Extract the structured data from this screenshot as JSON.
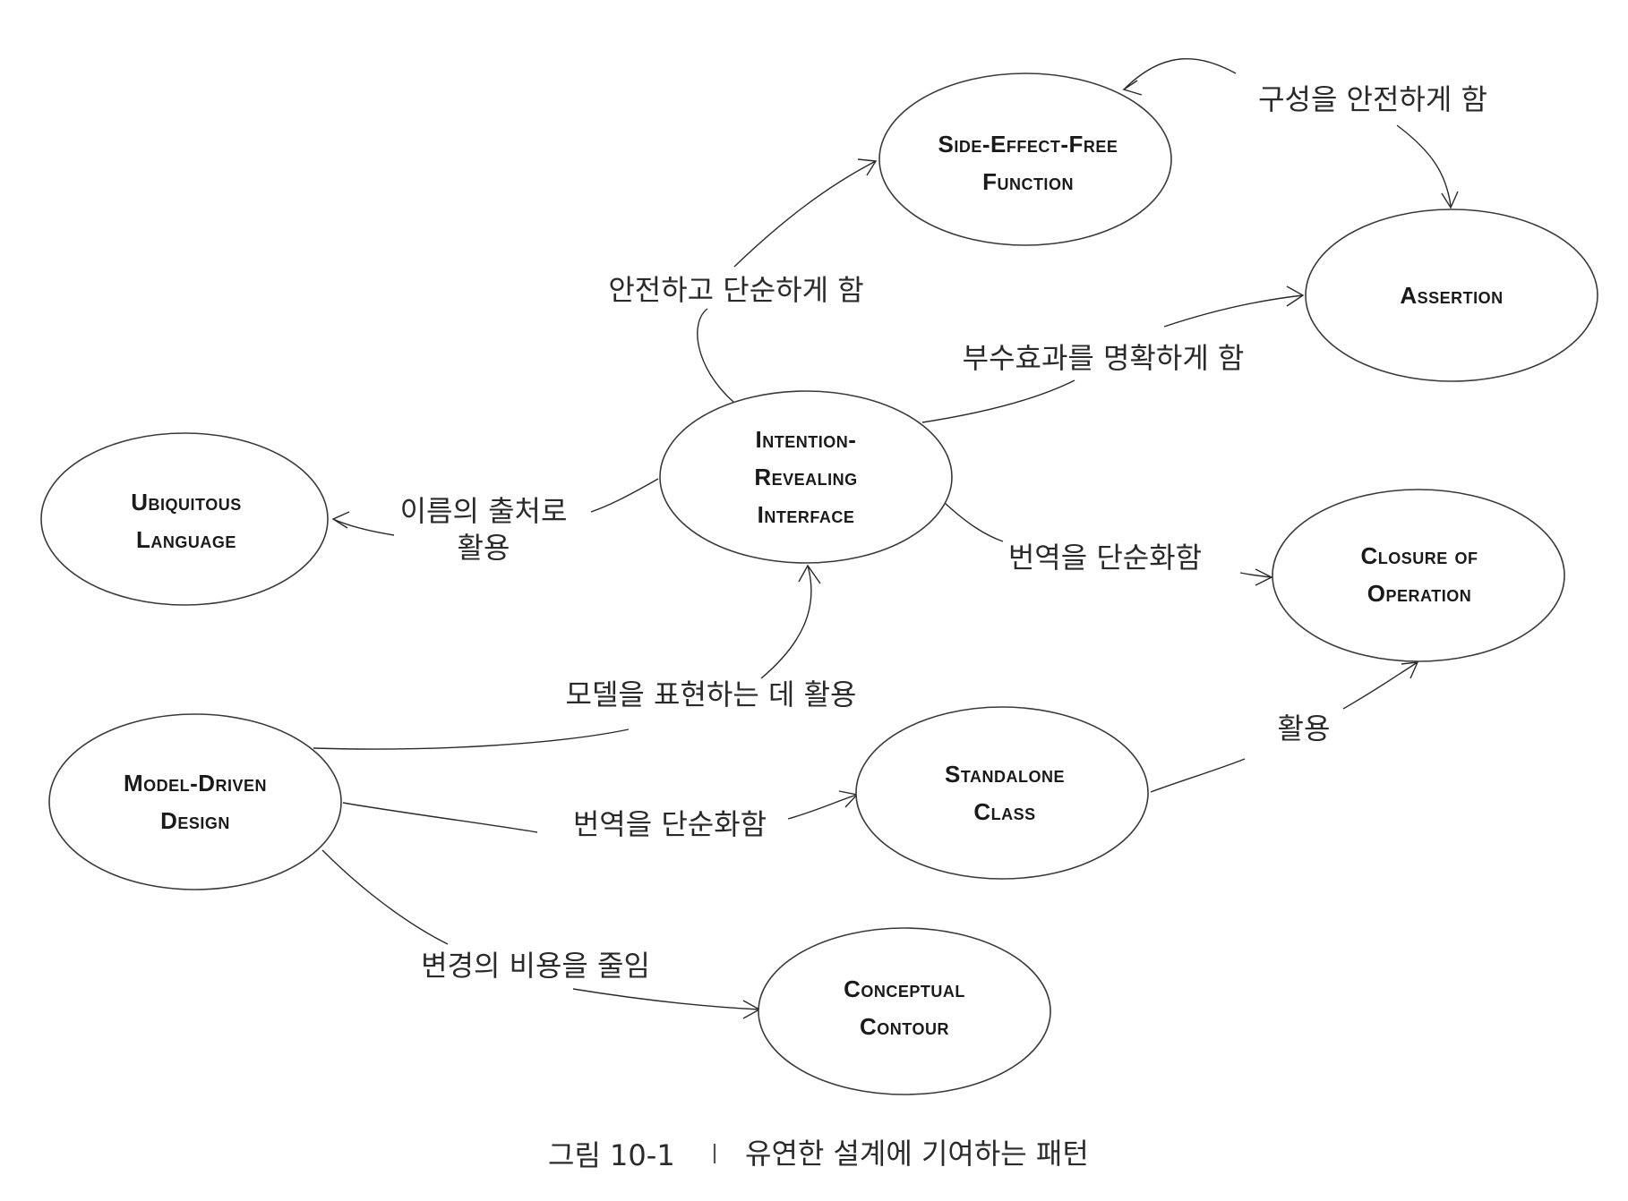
{
  "nodes": {
    "side_effect_free": {
      "line1": "Side-Effect-Free",
      "line2": "Function"
    },
    "assertion": {
      "line1": "Assertion"
    },
    "intention_revealing": {
      "line1": "Intention-",
      "line2": "Revealing",
      "line3": "Interface"
    },
    "ubiquitous": {
      "line1": "Ubiquitous",
      "line2": "Language"
    },
    "closure": {
      "line1": "Closure of",
      "line2": "Operation"
    },
    "standalone": {
      "line1": "Standalone",
      "line2": "Class"
    },
    "model_driven": {
      "line1": "Model-Driven",
      "line2": "Design"
    },
    "conceptual": {
      "line1": "Conceptual",
      "line2": "Contour"
    }
  },
  "edges": {
    "compose_safely": "구성을 안전하게 함",
    "safe_simple": "안전하고 단순하게 함",
    "clarify_side_effects": "부수효과를 명확하게 함",
    "name_source_1": "이름의 출처로",
    "name_source_2": "활용",
    "simplify_translation_1": "번역을 단순화함",
    "express_model": "모델을 표현하는 데 활용",
    "use": "활용",
    "simplify_translation_2": "번역을 단순화함",
    "reduce_cost": "변경의 비용을 줄임"
  },
  "caption": {
    "figure": "그림 10-1",
    "title": "유연한 설계에 기여하는 패턴"
  }
}
